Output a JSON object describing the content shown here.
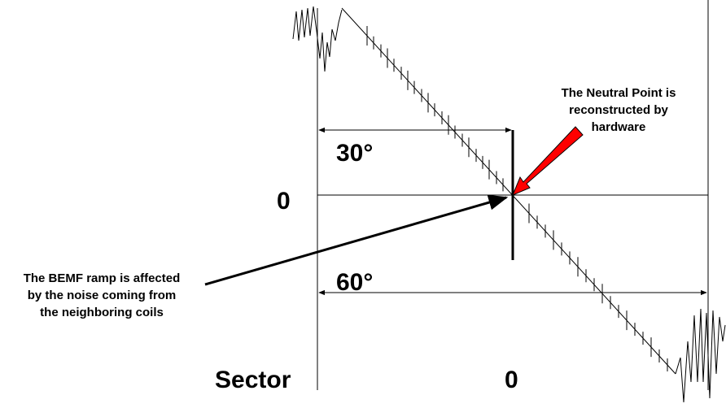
{
  "labels": {
    "angle_30": "30°",
    "angle_60": "60°",
    "zero_left": "0",
    "zero_bottom": "0",
    "sector": "Sector"
  },
  "callouts": {
    "neutral_point": [
      "The Neutral Point is",
      "reconstructed by",
      "hardware"
    ],
    "bemf_ramp": [
      "The BEMF ramp is affected",
      "by the noise coming from",
      "the neighboring coils"
    ]
  },
  "colors": {
    "arrow_fill": "#ff0000",
    "line": "#000000"
  }
}
